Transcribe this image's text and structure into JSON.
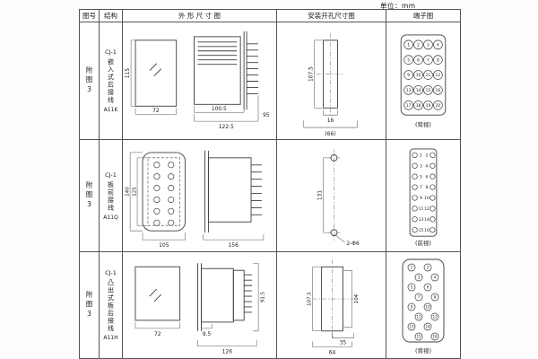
{
  "page": {
    "unit_label": "单位：mm"
  },
  "table": {
    "headers": {
      "figure": "图号",
      "structure": "结构",
      "outline": "外 形 尺 寸 图",
      "mounting": "安装开孔尺寸图",
      "terminal": "端子图"
    },
    "rows": [
      {
        "figure_no": "附图3",
        "model": "CJ-1",
        "structure_desc": "嵌入式后接线",
        "code": "A11K",
        "outline": {
          "d1": "115",
          "d2": "72",
          "d3": "100.5",
          "d4": "122.5",
          "d5": "95"
        },
        "mounting": {
          "d1": "107.5",
          "d2": "16",
          "d3": "(66)"
        },
        "terminal": {
          "caption": "(背视)",
          "numbers": [
            "1",
            "2",
            "3",
            "4",
            "5",
            "6",
            "7",
            "8",
            "9",
            "10",
            "11",
            "12",
            "13",
            "14",
            "15",
            "16",
            "17",
            "18",
            "19",
            "20"
          ]
        }
      },
      {
        "figure_no": "附图3",
        "model": "CJ-1",
        "structure_desc": "板前接线",
        "code": "A11Q",
        "outline": {
          "d1": "140",
          "d2": "125",
          "d3": "105",
          "d4": "156"
        },
        "mounting": {
          "d1": "131",
          "d2": "2-Φ6"
        },
        "terminal": {
          "caption": "(前视)",
          "numbers": [
            "1",
            "2",
            "3",
            "4",
            "5",
            "6",
            "7",
            "8",
            "9",
            "10",
            "11",
            "12",
            "13",
            "14",
            "15",
            "16"
          ]
        }
      },
      {
        "figure_no": "附图3",
        "model": "CJ-1",
        "structure_desc": "凸出式板后接线",
        "code": "A11H",
        "outline": {
          "d1": "72",
          "d2": "9.5",
          "d3": "126",
          "d4": "91.5"
        },
        "mounting": {
          "d1": "107.5",
          "d2": "104",
          "d3": "35",
          "d4": "64"
        },
        "terminal": {
          "caption": "(背视)",
          "numbers": [
            "1",
            "2",
            "3",
            "4",
            "5",
            "6",
            "7",
            "8",
            "9",
            "10",
            "11",
            "12",
            "13",
            "14",
            "15",
            "16"
          ]
        }
      }
    ]
  }
}
